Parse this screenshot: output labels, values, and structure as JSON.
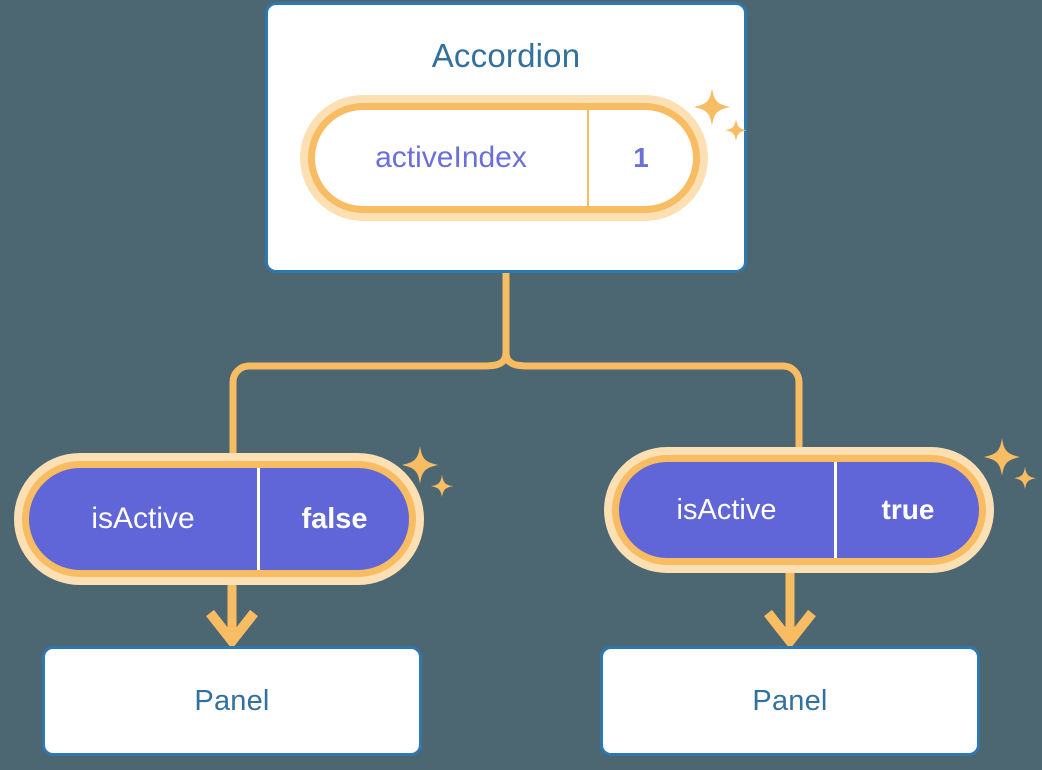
{
  "diagram": {
    "type": "component-tree",
    "title": "Accordion component state tree",
    "background_color": "#4c6672",
    "accent_colors": {
      "card_border": "#2d78ae",
      "card_text": "#33719d",
      "pill_ring": "#f8bc62",
      "pill_halo": "#fce0b4",
      "pill_fill": "#6065d8",
      "pill_text_light": "#6a6fd9",
      "pill_text_dark": "#ffffff",
      "connector": "#f8bc62"
    }
  },
  "root": {
    "card_title": "Accordion",
    "state_pill": {
      "key": "activeIndex",
      "value": "1",
      "style": "light"
    },
    "sparkle_icon": "sparkle-icon"
  },
  "children": [
    {
      "branch": "left",
      "state_pill": {
        "key": "isActive",
        "value": "false",
        "style": "filled"
      },
      "sparkle_icon": "sparkle-icon",
      "arrow_icon": "arrow-down-icon",
      "panel_title": "Panel"
    },
    {
      "branch": "right",
      "state_pill": {
        "key": "isActive",
        "value": "true",
        "style": "filled"
      },
      "sparkle_icon": "sparkle-icon",
      "arrow_icon": "arrow-down-icon",
      "panel_title": "Panel"
    }
  ]
}
